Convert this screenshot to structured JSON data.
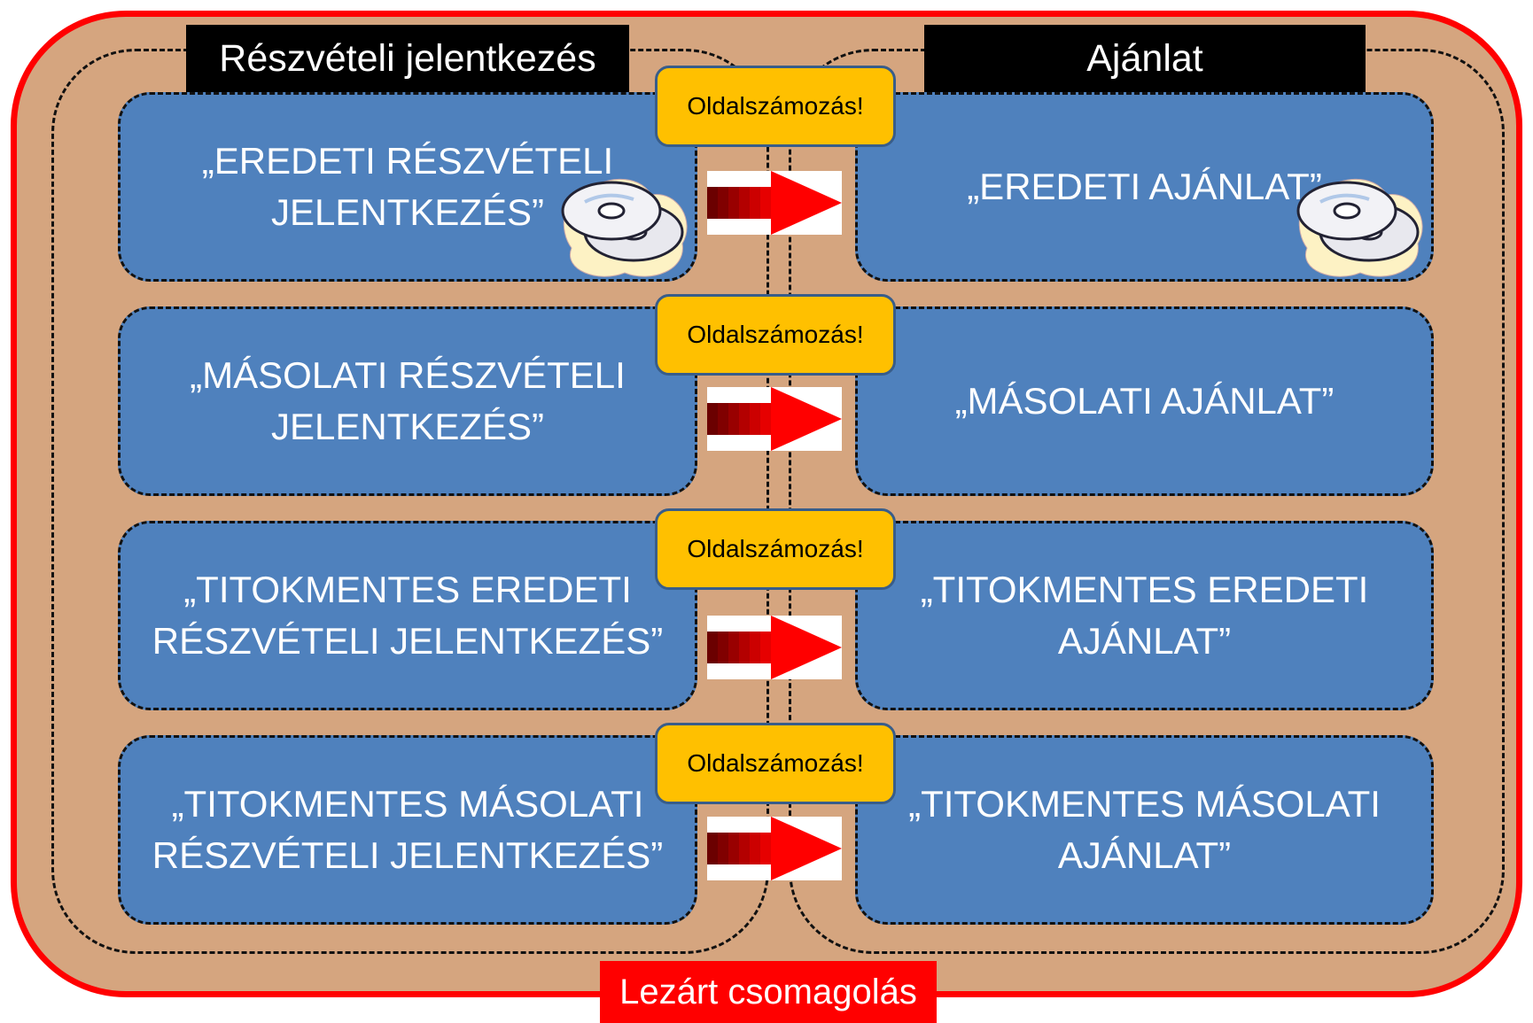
{
  "header": {
    "left_title": "Részvételi jelentkezés",
    "right_title": "Ajánlat"
  },
  "badge_label": "Oldalszámozás!",
  "rows": [
    {
      "left": "„EREDETI RÉSZVÉTELI\nJELENTKEZÉS”",
      "right": "„EREDETI  AJÁNLAT”",
      "has_disc": true
    },
    {
      "left": "„MÁSOLATI RÉSZVÉTELI\nJELENTKEZÉS”",
      "right": "„MÁSOLATI AJÁNLAT”",
      "has_disc": false
    },
    {
      "left": "„TITOKMENTES  EREDETI\nRÉSZVÉTELI  JELENTKEZÉS”",
      "right": "„TITOKMENTES  EREDETI\nAJÁNLAT”",
      "has_disc": false
    },
    {
      "left": "„TITOKMENTES  MÁSOLATI\nRÉSZVÉTELI  JELENTKEZÉS”",
      "right": "„TITOKMENTES  MÁSOLATI\nAJÁNLAT”",
      "has_disc": false
    }
  ],
  "footer": {
    "label": "Lezárt csomagolás"
  },
  "colors": {
    "package_fill": "#d5a57f",
    "package_border": "#ff0000",
    "box_fill": "#4f81bd",
    "badge_fill": "#ffc000",
    "arrow": "#ff0000"
  },
  "icons": [
    "cd-disc-icon",
    "arrow-right-icon"
  ]
}
